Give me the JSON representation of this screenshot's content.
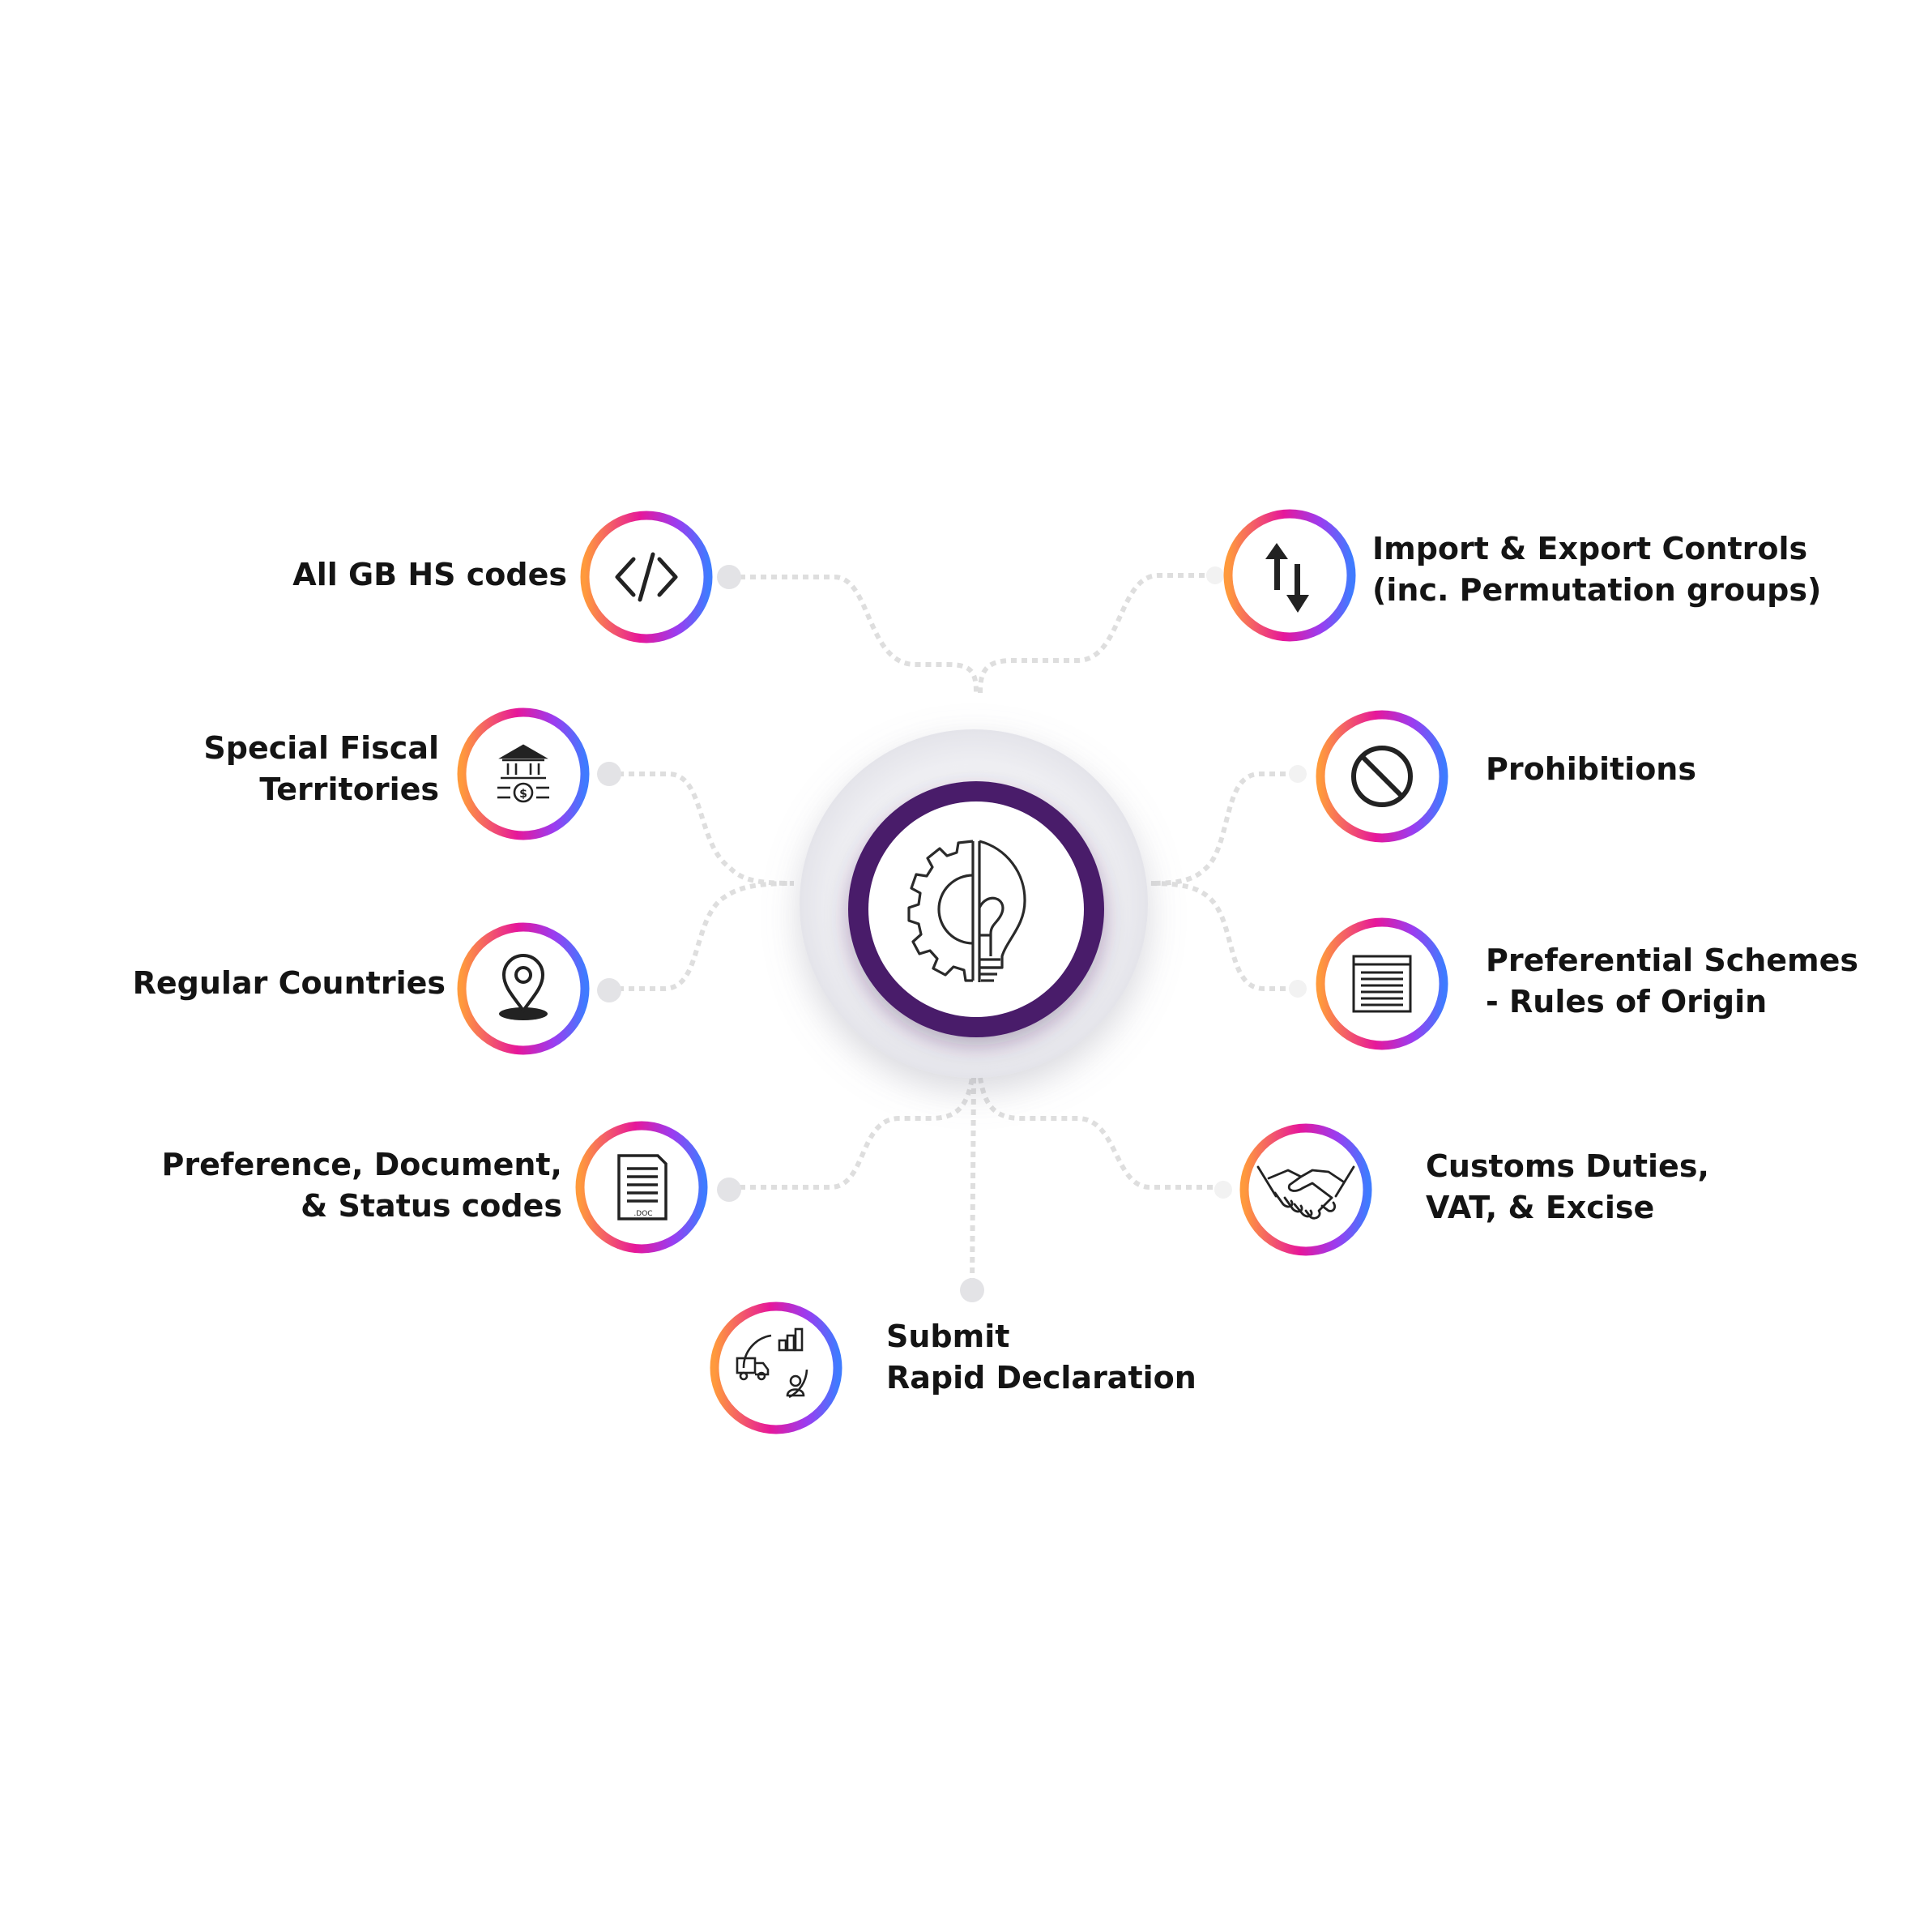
{
  "hub": {
    "icon": "gear-lightbulb-icon"
  },
  "nodes": [
    {
      "id": "all-gb-hs-codes",
      "icon": "code-brackets-icon",
      "lines": [
        "All GB HS codes"
      ]
    },
    {
      "id": "special-fiscal-territories",
      "icon": "bank-money-icon",
      "lines": [
        "Special Fiscal",
        "Territories"
      ]
    },
    {
      "id": "regular-countries",
      "icon": "map-pin-icon",
      "lines": [
        "Regular Countries"
      ]
    },
    {
      "id": "preference-document-status-codes",
      "icon": "document-icon",
      "lines": [
        "Preference, Document,",
        "& Status codes"
      ]
    },
    {
      "id": "submit-rapid-declaration",
      "icon": "logistics-cycle-icon",
      "lines": [
        "Submit",
        "Rapid Declaration"
      ]
    },
    {
      "id": "import-export-controls",
      "icon": "up-down-arrows-icon",
      "lines": [
        "Import & Export Controls",
        "(inc. Permutation groups)"
      ]
    },
    {
      "id": "prohibitions",
      "icon": "prohibited-icon",
      "lines": [
        "Prohibitions"
      ]
    },
    {
      "id": "preferential-schemes",
      "icon": "list-document-icon",
      "lines": [
        "Preferential Schemes",
        "- Rules of Origin"
      ]
    },
    {
      "id": "customs-duties",
      "icon": "handshake-icon",
      "lines": [
        "Customs Duties,",
        "VAT, & Excise"
      ]
    }
  ],
  "doc_icon_text": ".DOC",
  "colors": {
    "ring_orange": "#ff9a3c",
    "ring_magenta": "#e6179a",
    "ring_purple": "#9b3cf0",
    "ring_blue": "#3f7bff",
    "hub_ring": "#4a1d6b",
    "connector": "#dcdcdc",
    "icon_stroke": "#222222"
  }
}
